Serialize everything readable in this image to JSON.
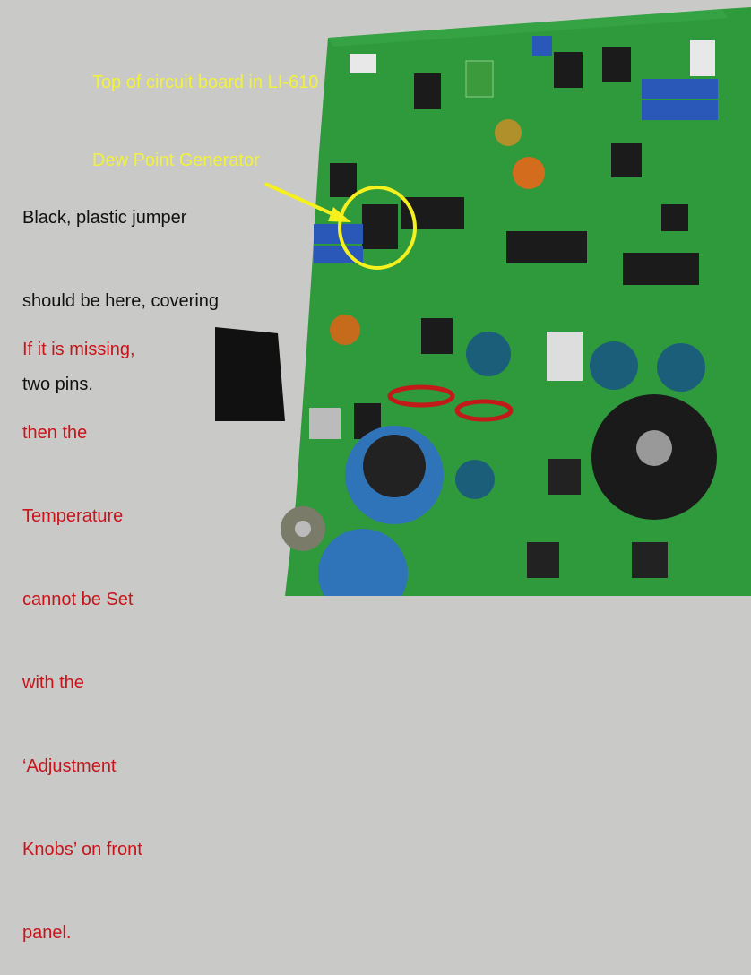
{
  "title": {
    "lines": [
      "Top of circuit board in LI-610",
      "Dew Point Generator"
    ]
  },
  "note": {
    "lines": [
      "Black, plastic jumper",
      "should be here, covering",
      "two pins."
    ]
  },
  "warning": {
    "lines": [
      "If it is missing,",
      "then the",
      "Temperature",
      "cannot be Set",
      "with the",
      "‘Adjustment",
      "Knobs’ on front",
      "panel."
    ]
  },
  "colors": {
    "title": "#f2f23a",
    "note": "#111111",
    "warning": "#c8141a",
    "board": "#2f9a3c",
    "highlight": "#f5f01e"
  }
}
